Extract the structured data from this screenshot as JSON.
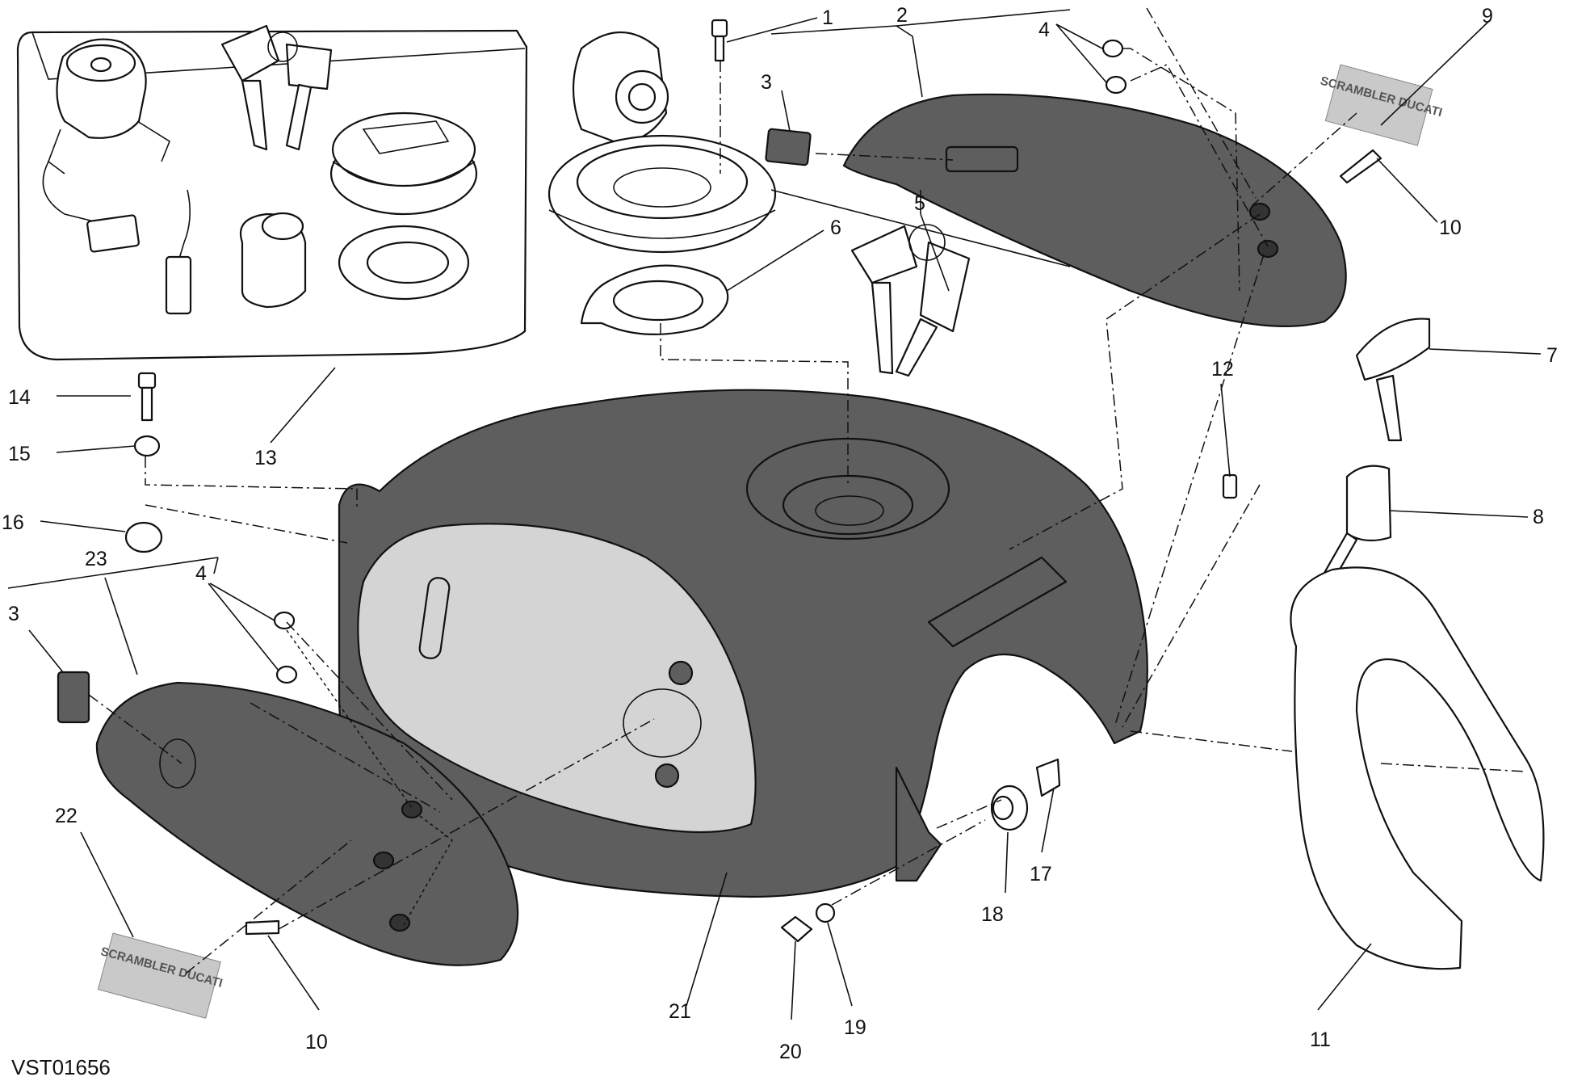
{
  "document_id": "VST01656",
  "colors": {
    "part_dark": "#5e5e5e",
    "part_panel": "#d4d4d4",
    "line": "#111111",
    "background": "#ffffff"
  },
  "badges": {
    "upper_right": "SCRAMBLER DUCATI",
    "lower_left": "SCRAMBLER DUCATI"
  },
  "callouts": [
    "1",
    "2",
    "3",
    "4",
    "5",
    "6",
    "7",
    "8",
    "9",
    "10",
    "11",
    "12",
    "13",
    "14",
    "15",
    "16",
    "17",
    "18",
    "19",
    "20",
    "21",
    "22",
    "23",
    "3",
    "4",
    "10"
  ]
}
